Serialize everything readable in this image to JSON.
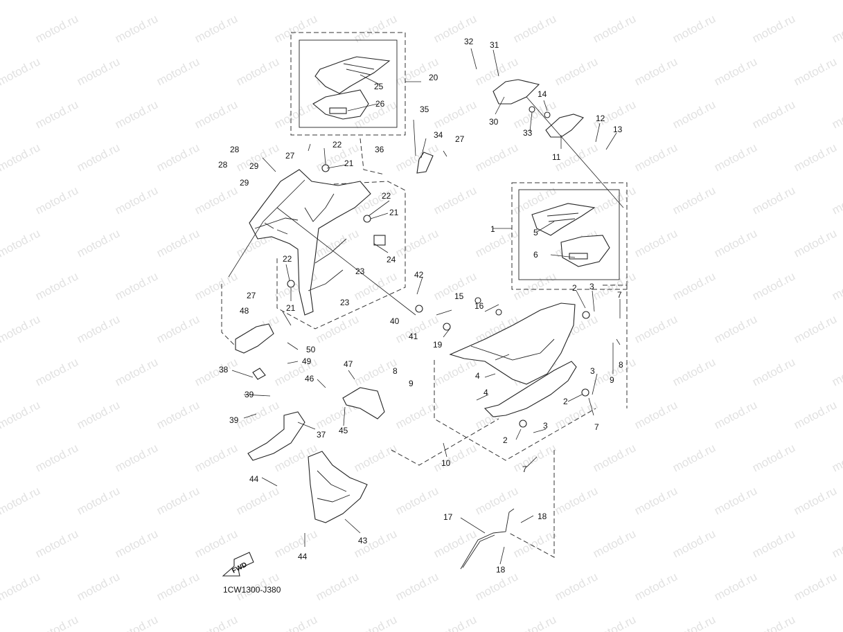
{
  "watermark": "motod.ru",
  "diagram_code": "1CW1300-J380",
  "fwd_label": "FWD",
  "labels": {
    "l1": "1",
    "l2a": "2",
    "l2b": "2",
    "l2c": "2",
    "l3a": "3",
    "l3b": "3",
    "l3c": "3",
    "l4a": "4",
    "l4b": "4",
    "l5": "5",
    "l6": "6",
    "l7a": "7",
    "l7b": "7",
    "l7c": "7",
    "l8a": "8",
    "l8b": "8",
    "l9a": "9",
    "l9b": "9",
    "l10": "10",
    "l11": "11",
    "l12": "12",
    "l13": "13",
    "l14": "14",
    "l15": "15",
    "l16": "16",
    "l17": "17",
    "l18a": "18",
    "l18b": "18",
    "l19": "19",
    "l20": "20",
    "l21a": "21",
    "l21b": "21",
    "l21c": "21",
    "l22a": "22",
    "l22b": "22",
    "l22c": "22",
    "l23a": "23",
    "l23b": "23",
    "l24": "24",
    "l25": "25",
    "l26": "26",
    "l27a": "27",
    "l27b": "27",
    "l27c": "27",
    "l28a": "28",
    "l28b": "28",
    "l29a": "29",
    "l29b": "29",
    "l30": "30",
    "l31": "31",
    "l32": "32",
    "l33": "33",
    "l34": "34",
    "l35": "35",
    "l36": "36",
    "l37": "37",
    "l38": "38",
    "l39a": "39",
    "l39b": "39",
    "l40": "40",
    "l41": "41",
    "l42": "42",
    "l43": "43",
    "l44a": "44",
    "l44b": "44",
    "l45": "45",
    "l46": "46",
    "l47": "47",
    "l48": "48",
    "l49": "49",
    "l50": "50"
  }
}
